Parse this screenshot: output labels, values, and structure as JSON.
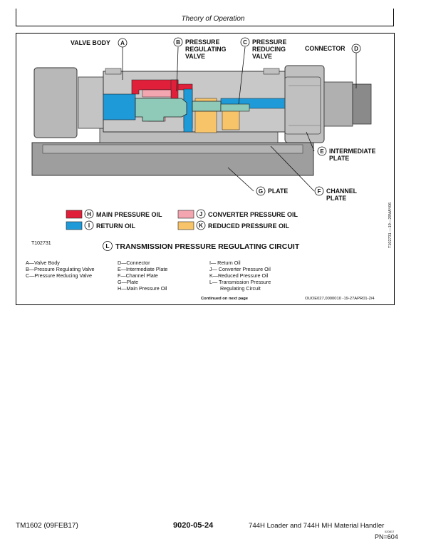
{
  "header": {
    "title": "Theory of Operation"
  },
  "callouts": {
    "valve_body": {
      "letter": "A",
      "text": "VALVE BODY"
    },
    "pressure_regulating": {
      "letter": "B",
      "line1": "PRESSURE",
      "line2": "REGULATING",
      "line3": "VALVE"
    },
    "pressure_reducing": {
      "letter": "C",
      "line1": "PRESSURE",
      "line2": "REDUCING",
      "line3": "VALVE"
    },
    "connector": {
      "letter": "D",
      "text": "CONNECTOR"
    },
    "intermediate_plate": {
      "letter": "E",
      "line1": "INTERMEDIATE",
      "line2": "PLATE"
    },
    "channel_plate": {
      "letter": "F",
      "line1": "CHANNEL",
      "line2": "PLATE"
    },
    "plate": {
      "letter": "G",
      "text": "PLATE"
    }
  },
  "legend": [
    {
      "letter": "H",
      "label": "MAIN PRESSURE OIL",
      "color": "#e0203a"
    },
    {
      "letter": "J",
      "label": "CONVERTER PRESSURE OIL",
      "color": "#f4a6b0"
    },
    {
      "letter": "I",
      "label": "RETURN OIL",
      "color": "#1e9ad8"
    },
    {
      "letter": "K",
      "label": "REDUCED PRESSURE OIL",
      "color": "#f7c46a"
    }
  ],
  "figure": {
    "id": "T102731",
    "title_letter": "L",
    "title": "TRANSMISSION PRESSURE REGULATING CIRCUIT",
    "side_code": "T102731 —19—29MAY06",
    "continued": "Continued on next page",
    "doc_code": "OUOE027,0000010 -19-27APR01-2/4"
  },
  "caption": {
    "col1": [
      "A—Valve Body",
      "B—Pressure Regulating Valve",
      "C—Pressure Reducing Valve"
    ],
    "col2": [
      "D—Connector",
      "E—Intermediate Plate",
      "F—Channel Plate",
      "G—Plate",
      "H—Main Pressure Oil"
    ],
    "col3": [
      "I— Return Oil",
      "J— Converter Pressure Oil",
      "K—Reduced Pressure Oil",
      "L— Transmission Pressure",
      "Regulating Circuit"
    ]
  },
  "footer": {
    "left": "TM1602 (09FEB17)",
    "center": "9020-05-24",
    "right": "744H Loader and 744H MH Material Handler",
    "small": "020817",
    "page": "PN=604"
  },
  "colors": {
    "main": "#e0203a",
    "return": "#1e9ad8",
    "converter": "#f4a6b0",
    "reduced": "#f7c46a",
    "spool": "#8fc9b8",
    "body": "#c8c8c8",
    "plate": "#9e9e9e"
  }
}
